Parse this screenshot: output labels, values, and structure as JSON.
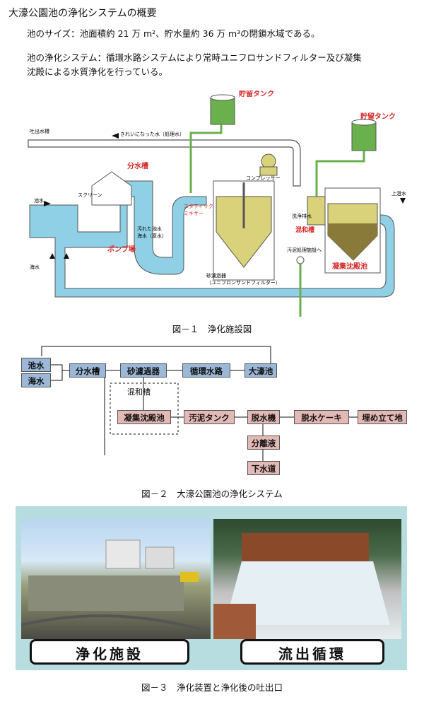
{
  "page_title": "大濠公園池の浄化システムの概要",
  "description": [
    "池のサイズ：池面積約 21 万 m²、貯水量約 36 万 m³の閉鎖水域である。",
    "池の浄化システム：循環水路システムにより常時ユニフロサンドフィルター及び凝集",
    "沈殿による水質浄化を行っている。"
  ],
  "figure1": {
    "caption": "図－１　浄化施設図",
    "labels": {
      "tank1": "貯留タンク",
      "tank2": "貯留タンク",
      "outlet": "吐出水槽",
      "clean_water": "きれいになった水（処理水）",
      "compressor": "コンプレッサー",
      "bunsui": "分水槽",
      "screen": "スクリーン",
      "pond_water": "池水",
      "static_mixer_1": "スタティック",
      "static_mixer_2": "ミキサー",
      "polluted_1": "汚れた池水",
      "polluted_2": "海水（原水）",
      "pump": "ポンプ場",
      "wash_drain": "洗浄排水",
      "mixing_tank": "混和槽",
      "sludge_to": "汚泥処理施設へ",
      "coag_tank": "凝集沈殿池",
      "upper_water": "上澄水",
      "seawater": "海水",
      "sand_filter_1": "砂濾過器",
      "sand_filter_2": "（ユニフロンサンドフィルター）"
    }
  },
  "figure2": {
    "caption": "図－２　大濠公園池の浄化システム",
    "boxes": {
      "pond": "池水",
      "sea": "海水",
      "bunsui": "分水槽",
      "sand": "砂濾過器",
      "loop": "循環水路",
      "ohori": "大濠池",
      "mixing": "混和槽",
      "coag": "凝集沈殿池",
      "sludge": "汚泥タンク",
      "dewater": "脱水機",
      "cake": "脱水ケーキ",
      "landfill": "埋め立て地",
      "separated": "分離液",
      "sewer": "下水道"
    }
  },
  "figure3": {
    "caption": "図－３　浄化装置と浄化後の吐出口",
    "label_left": "浄化施設",
    "label_right": "流出循環"
  },
  "colors": {
    "water": "#8fd0e6",
    "pipe_green": "#6ab04c",
    "sludge": "#d9d27a",
    "red_label": "#d62828",
    "box_blue": "#9bb8d8",
    "box_pink": "#e3b9b6",
    "panel": "#b8dde0"
  }
}
